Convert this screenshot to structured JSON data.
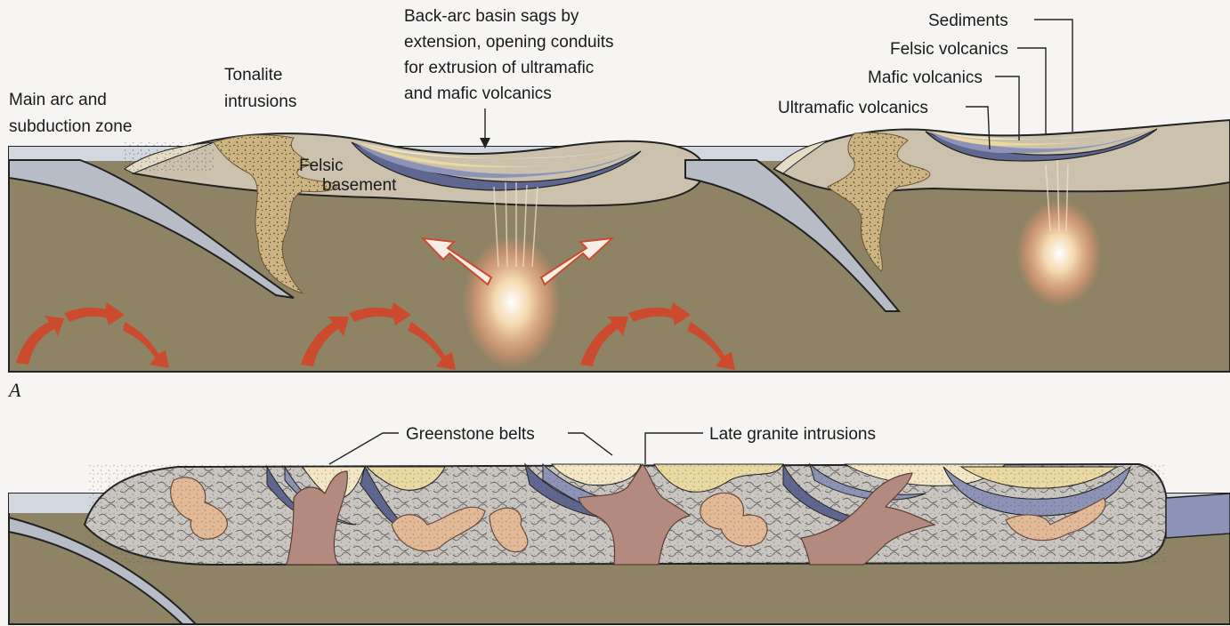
{
  "panel_a": {
    "letter": "A",
    "labels": {
      "main_arc_line1": "Main arc and",
      "main_arc_line2": "subduction zone",
      "tonalite_line1": "Tonalite",
      "tonalite_line2": "intrusions",
      "felsic_line1": "Felsic",
      "felsic_line2": "basement",
      "backarc_line1": "Back-arc basin sags by",
      "backarc_line2": "extension, opening conduits",
      "backarc_line3": "for extrusion of ultramafic",
      "backarc_line4": "and mafic volcanics",
      "sediments": "Sediments",
      "felsic_volcanics": "Felsic volcanics",
      "mafic_volcanics": "Mafic volcanics",
      "ultramafic_volcanics": "Ultramafic volcanics"
    }
  },
  "panel_b": {
    "labels": {
      "greenstone_belts": "Greenstone belts",
      "late_granite": "Late granite intrusions"
    }
  },
  "colors": {
    "mantle": "#8e8465",
    "felsic_crust": "#cbc1ac",
    "slab": "#b7bcc7",
    "ocean": "#d2d7e0",
    "sediment": "#f3e7c6",
    "felsic_volc": "#ead9a2",
    "mafic_volc": "#8c93b6",
    "ultramafic_volc": "#5f6690",
    "tonalite": "#cdb483",
    "granite": "#b38a7e",
    "granite_pods": "#e2ba98",
    "arrow": "#cc4a2e"
  }
}
